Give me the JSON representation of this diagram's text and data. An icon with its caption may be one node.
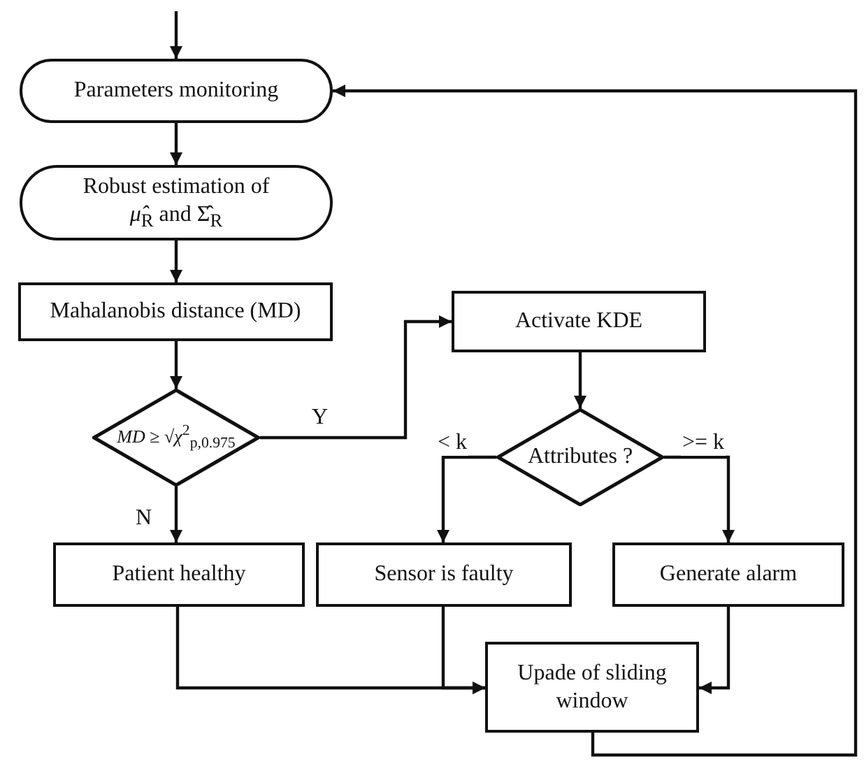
{
  "diagram": {
    "nodes": [
      {
        "text": [
          "Parameters monitoring"
        ]
      },
      {
        "text": [
          "Robust estimation of *μ̂*$_{R}$ and Σ̂$_{R}$"
        ]
      },
      {
        "text": [
          "Mahalanobis distance (MD)"
        ]
      },
      {
        "text": [
          "*MD* ≥ √*χ*$^{2}$$_{p,0.975}$"
        ]
      },
      {
        "text": [
          "Activate KDE"
        ]
      },
      {
        "text": [
          "Attributes ?"
        ]
      },
      {
        "text": [
          "Patient healthy"
        ]
      },
      {
        "text": [
          "Sensor is faulty"
        ]
      },
      {
        "text": [
          "Generate alarm"
        ]
      },
      {
        "text": [
          "Upade of sliding window"
        ]
      }
    ],
    "edges": [
      {
        "from": null,
        "to": 0,
        "arrow": "to"
      },
      {
        "from": 0,
        "to": 1,
        "arrow": "to"
      },
      {
        "from": 1,
        "to": 2,
        "arrow": "to"
      },
      {
        "from": 2,
        "to": 3,
        "arrow": "to"
      },
      {
        "from": 3,
        "to": 4,
        "arrow": "to",
        "label": "Y"
      },
      {
        "from": 3,
        "to": 6,
        "arrow": "to",
        "label": "N"
      },
      {
        "from": 4,
        "to": 5,
        "arrow": "to"
      },
      {
        "from": 5,
        "to": 7,
        "arrow": "to",
        "label": "< k"
      },
      {
        "from": 5,
        "to": 8,
        "arrow": "to",
        "label": ">= k"
      },
      {
        "from": 6,
        "to": 9,
        "arrow": "to"
      },
      {
        "from": 7,
        "to": 9,
        "arrow": "to"
      },
      {
        "from": 8,
        "to": 9,
        "arrow": "to"
      },
      {
        "from": 9,
        "to": 0,
        "arrow": "to"
      }
    ]
  }
}
